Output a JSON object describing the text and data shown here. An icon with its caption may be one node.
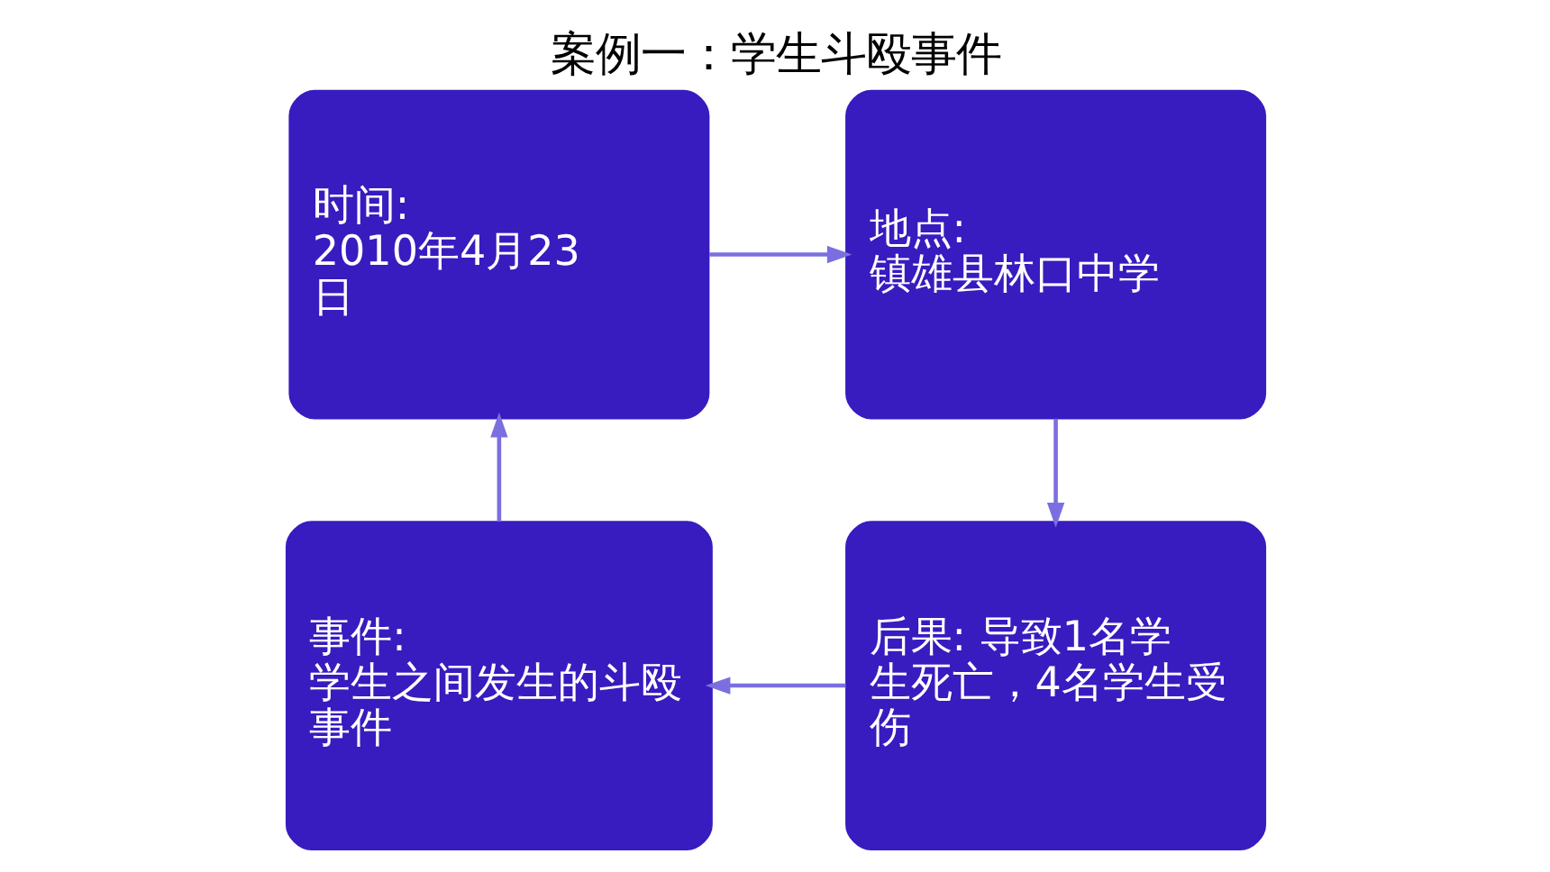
{
  "diagram": {
    "title": "案例一：学生斗殴事件",
    "nodes": [
      {
        "text": [
          "时间:",
          "2010年4月23日"
        ]
      },
      {
        "text": [
          "地点:",
          "镇雄县林口中学"
        ]
      },
      {
        "text": [
          "事件:",
          "学生之间发生的斗殴事件"
        ]
      },
      {
        "text": [
          "后果: 导致1名学生死亡，4名学生受伤"
        ]
      }
    ],
    "edges": [
      {
        "from": 0,
        "to": 1,
        "arrow": "to"
      },
      {
        "from": 1,
        "to": 3,
        "arrow": "to"
      },
      {
        "from": 3,
        "to": 2,
        "arrow": "to"
      },
      {
        "from": 2,
        "to": 0,
        "arrow": "to"
      }
    ]
  }
}
